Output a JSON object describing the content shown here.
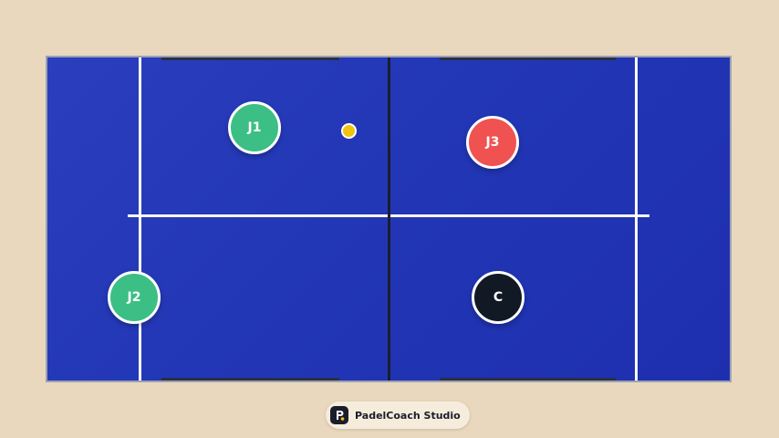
{
  "players": {
    "j1": {
      "label": "J1",
      "color": "#3cbf85"
    },
    "j2": {
      "label": "J2",
      "color": "#3cbf85"
    },
    "j3": {
      "label": "J3",
      "color": "#f05252"
    },
    "coach": {
      "label": "C",
      "color": "#111a24"
    }
  },
  "ball": {
    "color": "#f1c40f"
  },
  "court": {
    "surface_color": "#2237b6",
    "line_color": "#ffffff",
    "net_color": "#1b1e2c"
  },
  "brand": {
    "name": "PadelCoach Studio",
    "logo_icon": "padelcoach-logo-icon"
  }
}
